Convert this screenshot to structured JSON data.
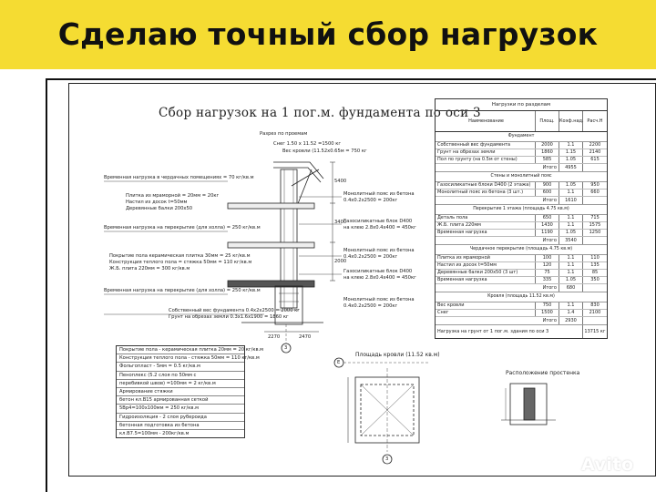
{
  "banner": {
    "title": "Сделаю точный сбор нагрузок"
  },
  "drawing": {
    "title": "Сбор нагрузок на 1 пог.м. фундамента по оси 3",
    "section_title": "Разрез по проемам",
    "weights": [
      "Снег 1.50 х 11.52 =1500 кг",
      "Вес кровли (11.52х0.65м = 750 кг"
    ],
    "left_loads": [
      "Временная нагрузка в чердачных помещениях = 70 кг/кв.м",
      "Плитка из мраморной = 20мм = 20кг",
      "Настил из досок t=50мм",
      "Деревянные балки 200х50",
      "Временная нагрузка на перекрытие (для холла) = 250 кг/кв.м",
      "Покрытие пола керамическая плитка 30мм = 25 кг/кв.м",
      "Конструкция теплого пола = стяжка 50мм = 110 кг/кв.м",
      "Ж.Б. плита 220мм = 300 кг/кв.м",
      "Временная нагрузка на перекрытие (для холла) = 250 кг/кв.м",
      "Собственный вес фундамента 0.4х2х2500 = 2000 кг",
      "Грунт на обрезах земли 0.3х1.6х1900 = 1860 кг"
    ],
    "right_loads": [
      "Монолитный пояс из бетона",
      "0.4х0.2х2500 = 200кг",
      "Газосиликатные блок D400",
      "на клею 2.8х0.4х400 = 450кг",
      "Монолитный пояс из бетона",
      "0.4х0.2х2500 = 200кг",
      "Газосиликатные блок D400",
      "на клею 2.8х0.4х400 = 450кг",
      "Монолитный пояс из бетона",
      "0.4х0.2х2500 = 200кг"
    ],
    "dims": [
      "5400",
      "3400",
      "2000",
      "2270",
      "2470",
      "3"
    ],
    "axis_marks": [
      "3",
      "E",
      "3"
    ],
    "roof_area_title": "Площадь кровли (11.52 кв.м)",
    "detail_title": "Расположение простенка",
    "left_table_rows": [
      "Покрытие пола - керамическая плитка 20мм = 20 кг/кв.м",
      "Конструкция теплого пола - стяжка 50мм = 110 кг/кв.м",
      "Фольгопласт - 5мм = 0.5 кг/кв.м",
      "Пеноплекс (5.2 слоя по 50мм с",
      "перебивкой швов) =100мм = 2 кг/кв.м",
      "Армирование стяжки",
      "бетон кл.В15 армированная сеткой",
      "5Вр4=100х100мм = 250 кг/кв.м",
      "Гидроизоляция - 2 слоя рубероида",
      "бетонная подготовка из бетона",
      "кл.В7.5=100мм - 200кг/кв.м"
    ]
  },
  "loads_table": {
    "title": "Нагрузки по разделам",
    "headers": [
      "Наименование",
      "Площ.",
      "Коэф.над.",
      "Расч.Н"
    ],
    "sections": [
      {
        "name": "Фундамент",
        "rows": [
          [
            "Собственный вес фундамента",
            "2000",
            "1.1",
            "2200"
          ],
          [
            "Грунт на обрезах земли",
            "1860",
            "1.15",
            "2140"
          ],
          [
            "Пол по грунту (на 0.5м от стены)",
            "585",
            "1.05",
            "615"
          ]
        ],
        "total_label": "Итого",
        "total": "4955"
      },
      {
        "name": "Стены и монолитный пояс",
        "rows": [
          [
            "Газосиликатные блоки D400 (2 этажа)",
            "900",
            "1.05",
            "950"
          ],
          [
            "Монолитный пояс из бетона (3 шт.)",
            "600",
            "1.1",
            "660"
          ]
        ],
        "total_label": "Итого",
        "total": "1610"
      },
      {
        "name": "Перекрытие 1 этажа (площадь 4.75 кв.м)",
        "rows": [
          [
            "Деталь пола",
            "650",
            "1.1",
            "715"
          ],
          [
            "Ж.Б. плита 220мм",
            "1430",
            "1.1",
            "1575"
          ],
          [
            "Временная нагрузка",
            "1190",
            "1.05",
            "1250"
          ]
        ],
        "total_label": "Итого",
        "total": "3540"
      },
      {
        "name": "Чердачное перекрытие (площадь 4.75 кв.м)",
        "rows": [
          [
            "Плитка из мраморной",
            "100",
            "1.1",
            "110"
          ],
          [
            "Настил из досок t=50мм",
            "120",
            "1.1",
            "135"
          ],
          [
            "Деревянные балки 200х50 (3 шт)",
            "75",
            "1.1",
            "85"
          ],
          [
            "Временная нагрузка",
            "335",
            "1.05",
            "350"
          ]
        ],
        "total_label": "Итого",
        "total": "680"
      },
      {
        "name": "Кровля (площадь 11.52 кв.м)",
        "rows": [
          [
            "Вес кровли",
            "750",
            "1.1",
            "830"
          ],
          [
            "Снег",
            "1500",
            "1.4",
            "2100"
          ]
        ],
        "total_label": "Итого",
        "total": "2930"
      }
    ],
    "final_label": "Нагрузка на грунт от 1 пог.м. здания по оси 3",
    "final_value": "13715 кг"
  },
  "watermark": {
    "text": "Avito"
  }
}
